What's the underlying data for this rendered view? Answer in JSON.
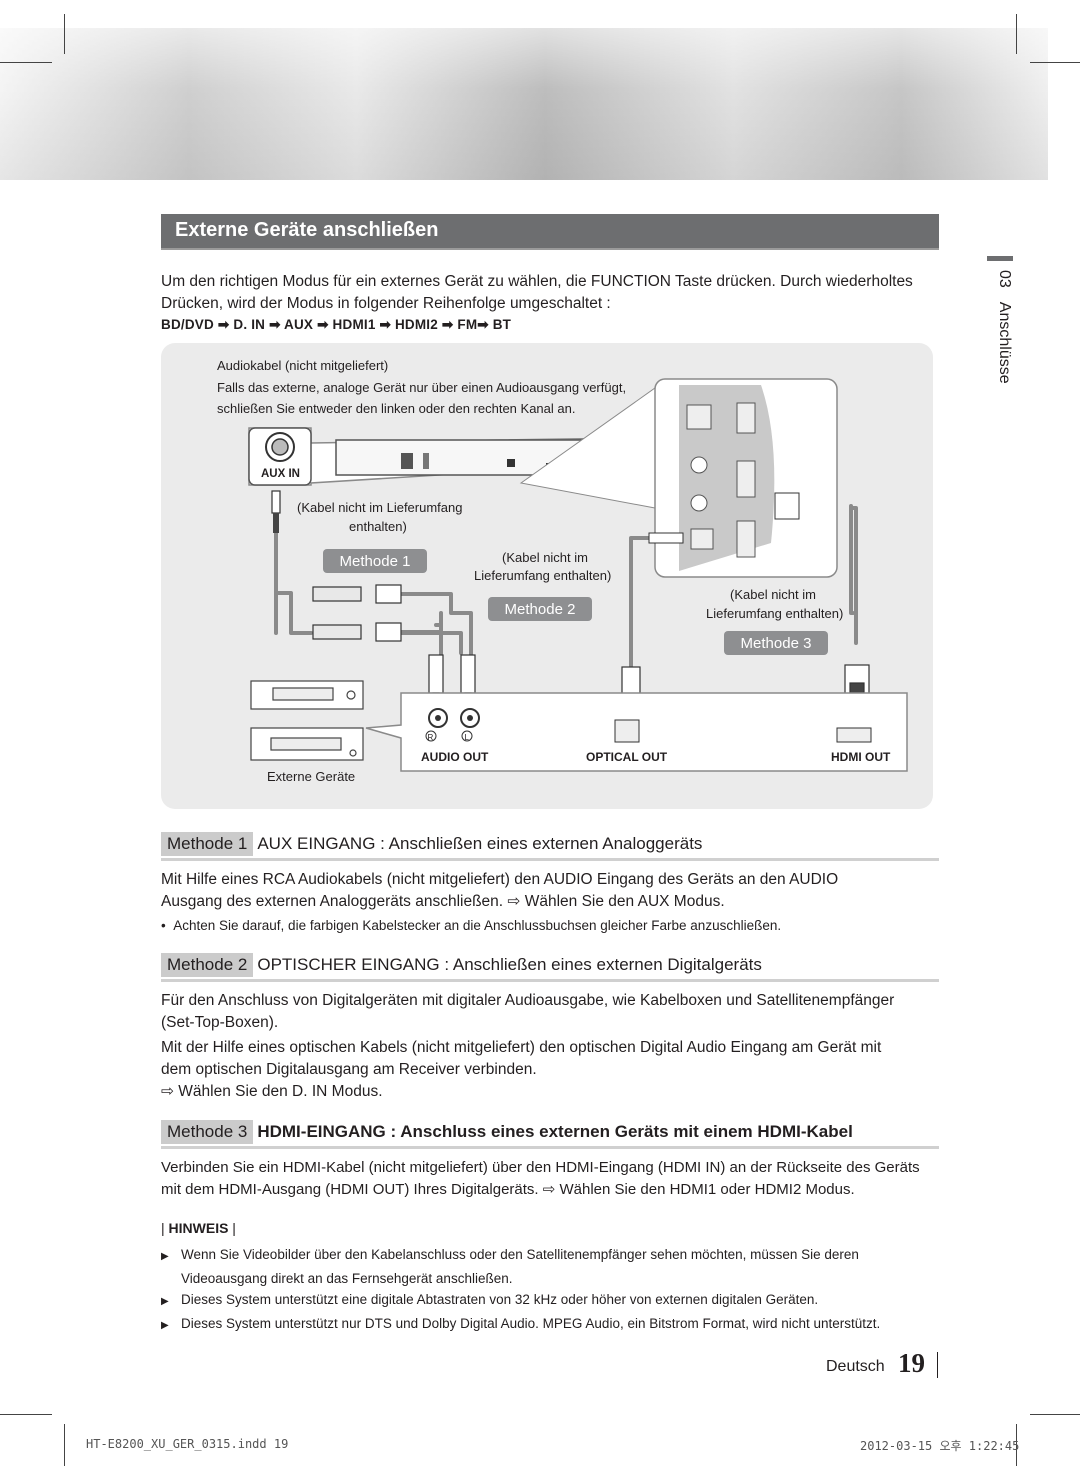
{
  "section": {
    "title": "Externe Geräte anschließen",
    "intro_line1_pre": "Um den richtigen Modus für ein externes Gerät zu wählen, die ",
    "intro_function": "FUNCTION",
    "intro_line1_post": " Taste drücken.  Durch wiederholtes",
    "intro_line2": "Drücken, wird der Modus in folgender Reihenfolge umgeschaltet :",
    "sequence": "BD/DVD ➡ D. IN ➡ AUX ➡ HDMI1 ➡ HDMI2 ➡ FM➡ BT"
  },
  "diagram": {
    "audio_cable_title": "Audiokabel (nicht mitgeliefert)",
    "audio_cable_note1": "Falls das externe, analoge Gerät nur über einen Audioausgang verfügt,",
    "audio_cable_note2": "schließen Sie entweder den linken oder den rechten Kanal an.",
    "aux_in": "AUX IN",
    "cable1_line1": "(Kabel nicht im Lieferumfang",
    "cable1_line2": "enthalten)",
    "cable2_line1": "(Kabel nicht im",
    "cable2_line2": "Lieferumfang enthalten)",
    "cable3_line1": "(Kabel nicht im",
    "cable3_line2": "Lieferumfang enthalten)",
    "methode1": "Methode 1",
    "methode2": "Methode 2",
    "methode3": "Methode 3",
    "jack_r": "R",
    "jack_l": "L",
    "audio_out": "AUDIO OUT",
    "optical_out": "OPTICAL OUT",
    "hdmi_out": "HDMI OUT",
    "externe_geraete": "Externe Geräte"
  },
  "methods": [
    {
      "tag": "Methode 1",
      "title": "AUX EINGANG : Anschließen eines externen Analoggeräts",
      "p1_line1": "Mit Hilfe eines RCA Audiokabels (nicht mitgeliefert) den AUDIO Eingang des Geräts an den AUDIO",
      "p1_line2_pre": "Ausgang des externen Analoggeräts anschließen. ",
      "arrow": "⇨",
      "p1_line2_mid": " Wählen Sie den ",
      "p1_mode": "AUX",
      "p1_line2_post": " Modus.",
      "bullet": "Achten Sie darauf, die farbigen Kabelstecker an die Anschlussbuchsen gleicher Farbe anzuschließen."
    },
    {
      "tag": "Methode 2",
      "title": "OPTISCHER EINGANG : Anschließen eines externen Digitalgeräts",
      "p1_line1": "Für den Anschluss von Digitalgeräten mit digitaler Audioausgabe, wie Kabelboxen und Satellitenempfänger",
      "p1_line2": "(Set-Top-Boxen).",
      "p2_line1": "Mit der Hilfe eines optischen Kabels (nicht mitgeliefert) den optischen Digital Audio Eingang am Gerät mit",
      "p2_line2": "dem optischen Digitalausgang am Receiver verbinden.",
      "arrow": "⇨",
      "p3_pre": " Wählen Sie den ",
      "p3_mode": "D. IN",
      "p3_post": " Modus."
    },
    {
      "tag": "Methode 3",
      "title": "HDMI-EINGANG : Anschluss eines externen Geräts mit einem HDMI-Kabel",
      "p1_line1": "Verbinden Sie ein HDMI-Kabel (nicht mitgeliefert) über den HDMI-Eingang (HDMI IN) an der Rückseite des Geräts",
      "p1_line2_pre": "mit dem HDMI-Ausgang (HDMI OUT) Ihres Digitalgeräts. ",
      "arrow": "⇨",
      "p1_line2_mid": " Wählen Sie den ",
      "mode1": "HDMI1",
      "or": " oder  ",
      "mode2": "HDMI2",
      "p1_line2_post": " Modus."
    }
  ],
  "hinweis": {
    "label": "HINWEIS",
    "items": [
      "Wenn Sie Videobilder über den Kabelanschluss oder den Satellitenempfänger sehen möchten, müssen Sie deren",
      "Videoausgang direkt an das Fernsehgerät anschließen.",
      "Dieses System unterstützt eine digitale Abtastraten von 32 kHz oder höher von externen digitalen Geräten.",
      "Dieses System unterstützt nur DTS und Dolby Digital Audio. MPEG Audio, ein Bitstrom Format, wird nicht unterstützt."
    ]
  },
  "side_tab": {
    "number": "03",
    "label": "Anschlüsse"
  },
  "page": {
    "language": "Deutsch",
    "number": "19"
  },
  "footer": {
    "file": "HT-E8200_XU_GER_0315.indd   19",
    "date": "2012-03-15   오후 1:22:45"
  }
}
